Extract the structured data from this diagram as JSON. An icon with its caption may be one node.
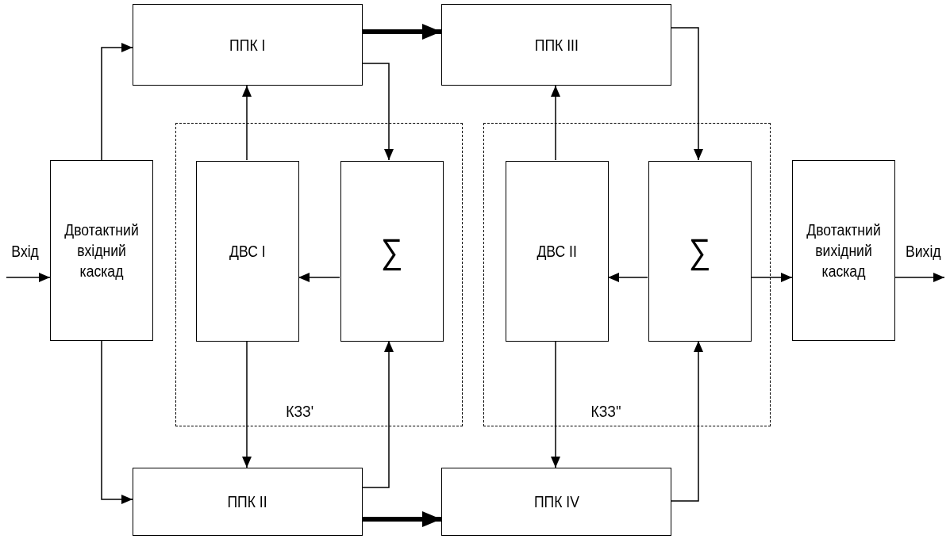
{
  "diagram": {
    "nodes": [
      {
        "text": [
          "Двотактний вхідний каскад"
        ]
      },
      {
        "text": [
          "ППК I"
        ]
      },
      {
        "text": [
          "ППК II"
        ]
      },
      {
        "text": [
          "КЗЗ'"
        ]
      },
      {
        "text": [
          "ДВС I"
        ],
        "in": 3
      },
      {
        "text": [
          "∑"
        ],
        "in": 3
      },
      {
        "text": [
          "ППК III"
        ]
      },
      {
        "text": [
          "ППК IV"
        ]
      },
      {
        "text": [
          "КЗЗ''"
        ]
      },
      {
        "text": [
          "ДВС II"
        ],
        "in": 8
      },
      {
        "text": [
          "∑"
        ],
        "in": 8
      },
      {
        "text": [
          "Двотактний вихідний каскад"
        ]
      }
    ],
    "edges": [
      {
        "from": null,
        "to": 0,
        "arrow": "to",
        "label": "Вхід"
      },
      {
        "from": 0,
        "to": 1,
        "arrow": "to"
      },
      {
        "from": 0,
        "to": 2,
        "arrow": "to"
      },
      {
        "from": 4,
        "to": 1,
        "arrow": "to"
      },
      {
        "from": 1,
        "to": 5,
        "arrow": "to"
      },
      {
        "from": 1,
        "to": 6,
        "arrow": "to",
        "style": "thick"
      },
      {
        "from": 5,
        "to": 4,
        "arrow": "to"
      },
      {
        "from": 4,
        "to": 2,
        "arrow": "to"
      },
      {
        "from": 2,
        "to": 5,
        "arrow": "to"
      },
      {
        "from": 2,
        "to": 7,
        "arrow": "to",
        "style": "thick"
      },
      {
        "from": 9,
        "to": 6,
        "arrow": "to"
      },
      {
        "from": 6,
        "to": 10,
        "arrow": "to"
      },
      {
        "from": 10,
        "to": 9,
        "arrow": "to"
      },
      {
        "from": 9,
        "to": 7,
        "arrow": "to"
      },
      {
        "from": 7,
        "to": 10,
        "arrow": "to"
      },
      {
        "from": 10,
        "to": 11,
        "arrow": "to"
      },
      {
        "from": 11,
        "to": null,
        "arrow": "to",
        "label": "Вихід"
      }
    ]
  }
}
